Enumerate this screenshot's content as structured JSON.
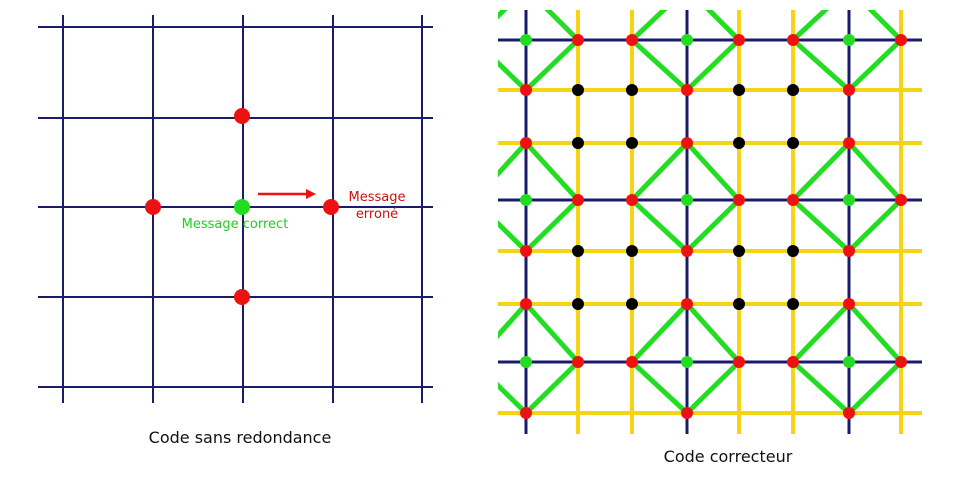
{
  "left_diagram": {
    "caption": "Code sans redondance",
    "correct_label": "Message correct",
    "error_label_line1": "Message",
    "error_label_line2": "erroné"
  },
  "right_diagram": {
    "caption": "Code correcteur"
  },
  "colors": {
    "grid": "#1b1b6b",
    "yellow": "#f5d416",
    "green_line": "#22dd22",
    "correct": "#22dd22",
    "error": "#ee1111",
    "black": "#000000",
    "error_text": "#cc1111",
    "correct_text": "#22cc22"
  }
}
